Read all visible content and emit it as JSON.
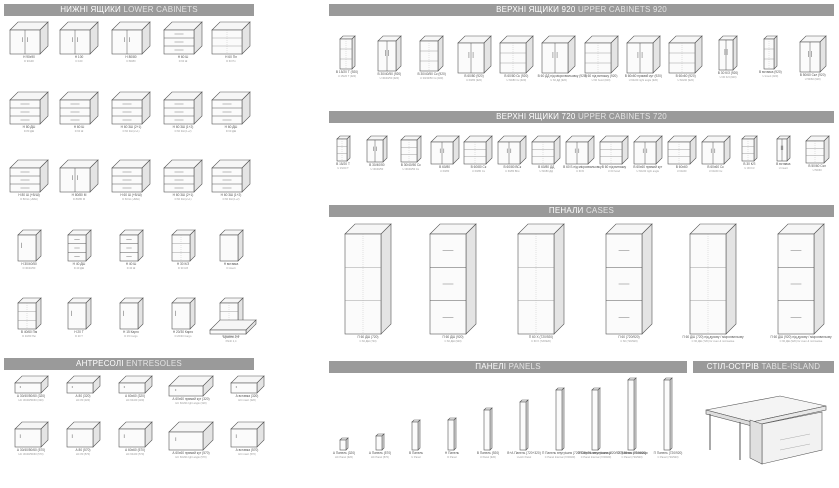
{
  "sections": {
    "lower": {
      "ua": "НИЖНІ ЯЩИКИ",
      "en": "LOWER CABINETS"
    },
    "upper920": {
      "ua": "ВЕРХНІ ЯЩИКИ 920",
      "en": "UPPER CABINETS 920"
    },
    "upper720": {
      "ua": "ВЕРХНІ ЯЩИКИ 720",
      "en": "UPPER CABINETS 720"
    },
    "cases": {
      "ua": "ПЕНАЛИ",
      "en": "CASES"
    },
    "entresoles": {
      "ua": "АНТРЕСОЛІ",
      "en": "ENTRESOLES"
    },
    "panels": {
      "ua": "ПАНЕЛІ",
      "en": "PANELS"
    },
    "island": {
      "ua": "СТІЛ-ОСТРІВ",
      "en": "TABLE-ISLAND"
    }
  },
  "lower_items": [
    {
      "label": "Н 90х90",
      "sub": "D 90x90"
    },
    {
      "label": "Н 100",
      "sub": "D 100"
    },
    {
      "label": "Н 80/80",
      "sub": "D 80/80"
    },
    {
      "label": "Н 60 Ш",
      "sub": "D 60 Ш"
    },
    {
      "label": "Н 60 Пл",
      "sub": "D 60 Пл"
    },
    {
      "label": "Н 80 ДШ",
      "sub": "D 80 ДШ"
    },
    {
      "label": "Н 60 Ш",
      "sub": "D 60 Ш"
    },
    {
      "label": "Н 60 3Ш (2+1)",
      "sub": "D 60 3Ш (2+1)"
    },
    {
      "label": "Н 60 3Ш (1+2)",
      "sub": "D 60 3Ш (1+2)"
    },
    {
      "label": "Н 60 ДШ",
      "sub": "D 60 ДШ"
    },
    {
      "label": "Н 80 Ш (+В/Ш)",
      "sub": "D 80 Ш (+В/Ш)"
    },
    {
      "label": "Н 80/80 М",
      "sub": "D 80/80 М"
    },
    {
      "label": "Н 60 Ш (+В/Ш)",
      "sub": "D 60 Ш (+В/Ш)"
    },
    {
      "label": "Н 60 3Ш (2+1)",
      "sub": "D 60 3Ш (2+1)"
    },
    {
      "label": "Н 60 3Ш (1+2)",
      "sub": "D 60 3Ш (1+2)"
    },
    {
      "label": "Н 30/40/50",
      "sub": "D 30/40/50"
    },
    {
      "label": "Н 40 ДШ",
      "sub": "D 40 ДШ"
    },
    {
      "label": "Н 40 Ш",
      "sub": "D 40 Ш"
    },
    {
      "label": "Н 30 К/З",
      "sub": "D 30 К/З"
    },
    {
      "label": "Н вставка",
      "sub": "D insert"
    },
    {
      "label": "В 40/60 Пм",
      "sub": "D 40/60 Пм"
    },
    {
      "label": "Н 20 Т",
      "sub": "D 20 T"
    },
    {
      "label": "Н 15 Карго",
      "sub": "D 15 Cargo"
    },
    {
      "label": "Н 20/30 Карго",
      "sub": "D 20/30 Cargo"
    },
    {
      "label": "Н 30 Вин",
      "sub": "D 30 Wine rack"
    },
    {
      "label": "Цоколь 2,4",
      "sub": "Plinth 2,4"
    }
  ],
  "upper920_items": [
    {
      "label": "В 15/20 Т (920)",
      "sub": "U 15/20 T (920)"
    },
    {
      "label": "В 30/40/50 (920)",
      "sub": "U 30/40/50 (920)"
    },
    {
      "label": "В 30/40/50 Ск (920)",
      "sub": "U 30/40/50 Ск (920)"
    },
    {
      "label": "В 60/80 (920)",
      "sub": "U 60/80 (920)"
    },
    {
      "label": "В 60/80 Ск (920)",
      "sub": "U 60/80 Ск (920)"
    },
    {
      "label": "В 60 ДД під мікрохвильовку (920)",
      "sub": "U 60 ДД (920)"
    },
    {
      "label": "В 60 під витяжку (920)",
      "sub": "U 60 hood (920)"
    },
    {
      "label": "В 60х60 прямий кут (920)",
      "sub": "U 60x60 right angle (920)"
    },
    {
      "label": "В 60х60 (920)",
      "sub": "U 60x60 (920)"
    },
    {
      "label": "В 30 К/З (920)",
      "sub": "U 30 K/3 (920)"
    },
    {
      "label": "В вставка (920)",
      "sub": "U insert (920)"
    },
    {
      "label": "В 50/60 Скл (920)",
      "sub": "U 50/60 (920)"
    }
  ],
  "upper720_items": [
    {
      "label": "В 15/20 Т",
      "sub": "U 15/20 T"
    },
    {
      "label": "В 30/40/50",
      "sub": "U 30/40/50"
    },
    {
      "label": "В 30/40/50 Ск",
      "sub": "U 30/40/50 Ск"
    },
    {
      "label": "В 60/80",
      "sub": "U 60/80"
    },
    {
      "label": "В 60/80 Ск",
      "sub": "U 60/80 Ск"
    },
    {
      "label": "В 60/80 ВСк",
      "sub": "U 60/80 ВСк"
    },
    {
      "label": "В 60/80 ДД",
      "sub": "U 60/80 ДД"
    },
    {
      "label": "В 60 Б під мікрохвильовку",
      "sub": "U 60 Б"
    },
    {
      "label": "В 60 під витяжку",
      "sub": "U 60 hood"
    },
    {
      "label": "В 60х60 прямий кут",
      "sub": "U 60x60 right angle"
    },
    {
      "label": "В 60х60",
      "sub": "U 60x60"
    },
    {
      "label": "В 60х60 Ск",
      "sub": "U 60x60 Ск"
    },
    {
      "label": "В 30 К/З",
      "sub": "U 30 K/3"
    },
    {
      "label": "В вставка",
      "sub": "U insert"
    },
    {
      "label": "В 50/60 Скл",
      "sub": "U 50/60"
    }
  ],
  "cases_items": [
    {
      "label": "П 60 ДШ (720)",
      "sub": "C 60 ДШ (720)"
    },
    {
      "label": "П 60 ДШ (920)",
      "sub": "C 60 ДШ (920)"
    },
    {
      "label": "П 60 Х (720/920)",
      "sub": "C 60 X (720/920)"
    },
    {
      "label": "П 60 (720/920)",
      "sub": "C 60 (720/920)"
    },
    {
      "label": "П 60 ДШ (720) під духову / мікрохвильову",
      "sub": "C 60 ДШ (720) for oven & microwave"
    },
    {
      "label": "П 60 ДШ (920) під духову / мікрохвильову",
      "sub": "C 60 ДШ (920) for oven & microwave"
    }
  ],
  "entresoles_items": [
    {
      "label": "А 30/40/50/60 (320)",
      "sub": "HC 30/40/50/60 (320)"
    },
    {
      "label": "А 80 (320)",
      "sub": "HC 80 (320)"
    },
    {
      "label": "А 60х60 (320)",
      "sub": "HC 60x60 (320)"
    },
    {
      "label": "А 60х60 прямий кут (320)",
      "sub": "HC 60x60 right angle (320)"
    },
    {
      "label": "А вставка (320)",
      "sub": "HC insert (320)"
    },
    {
      "label": "А 30/40/50/60 (570)",
      "sub": "HC 30/40/50/60 (570)"
    },
    {
      "label": "А 80 (570)",
      "sub": "HC 80 (570)"
    },
    {
      "label": "А 60х60 (570)",
      "sub": "HC 60x60 (570)"
    },
    {
      "label": "А 60х60 прямий кут (570)",
      "sub": "HC 60x60 right angle (570)"
    },
    {
      "label": "А вставка (570)",
      "sub": "HC insert (570)"
    }
  ],
  "panels_items": [
    {
      "label": "А Панель (320)",
      "sub": "HC Panel (320)"
    },
    {
      "label": "А Панель (570)",
      "sub": "HC Panel (570)"
    },
    {
      "label": "В Панель",
      "sub": "U Panel"
    },
    {
      "label": "Н Панель",
      "sub": "D Panel"
    },
    {
      "label": "В Панель (920)",
      "sub": "U Panel (920)"
    },
    {
      "label": "В+А Панель (720+320)",
      "sub": "U+HC Panel"
    },
    {
      "label": "П Панель внутрішня (720/920) 20 мм стільниця",
      "sub": "C Panel Internal (720/920)"
    },
    {
      "label": "П Панель внутрішня (720/920) 38 мм стільниця",
      "sub": "C Panel Internal (720/920)"
    },
    {
      "label": "П Панель (720/920)",
      "sub": "C Panel (720/920)"
    },
    {
      "label": "П Панель (720/920)",
      "sub": "C Panel (720/920)"
    }
  ]
}
